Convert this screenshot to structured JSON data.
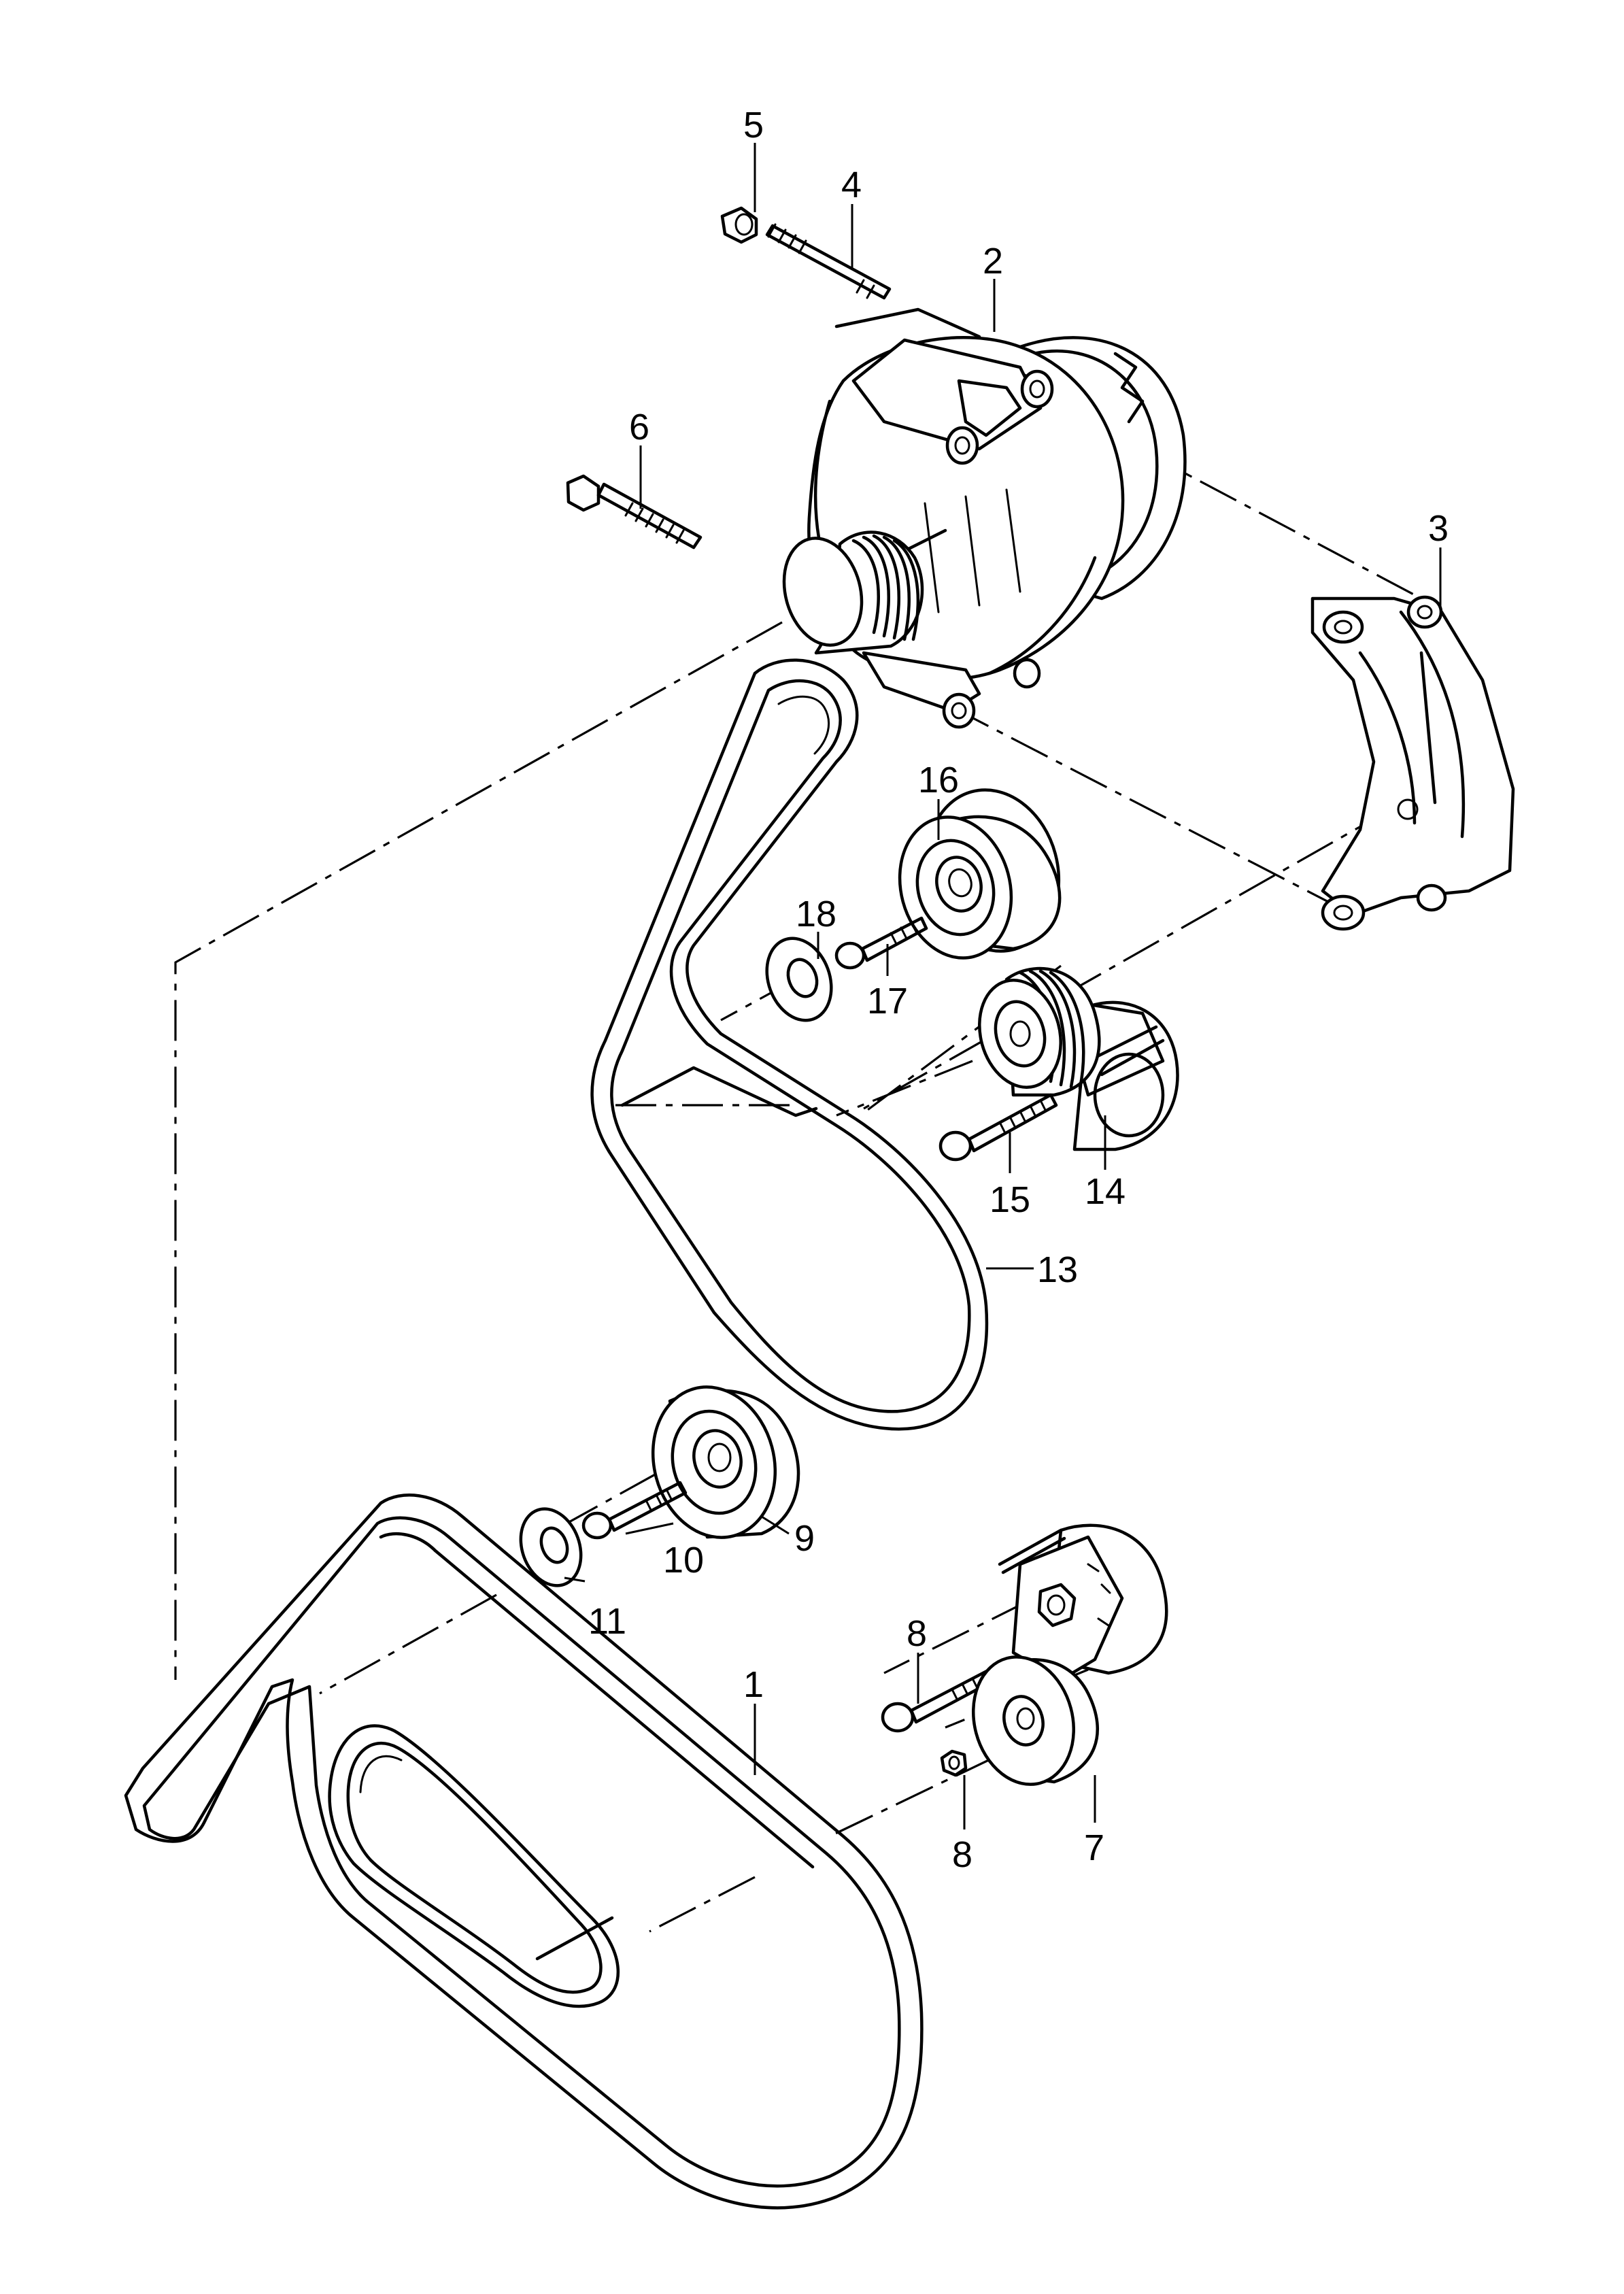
{
  "diagram": {
    "callouts": {
      "c1": "1",
      "c2": "2",
      "c3": "3",
      "c4": "4",
      "c5": "5",
      "c6": "6",
      "c7": "7",
      "c8a": "8",
      "c8b": "8",
      "c9": "9",
      "c10": "10",
      "c11": "11",
      "c13": "13",
      "c14": "14",
      "c15": "15",
      "c16": "16",
      "c17": "17",
      "c18": "18"
    }
  }
}
